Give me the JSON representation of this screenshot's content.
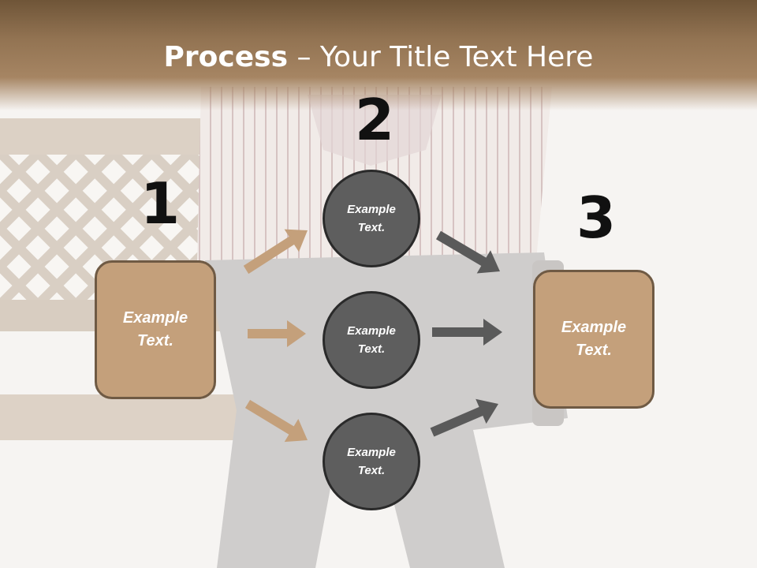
{
  "title": {
    "bold": "Process",
    "rest": " – Your Title Text Here"
  },
  "steps": [
    {
      "number": "1",
      "text": "Example\nText."
    },
    {
      "number": "2",
      "items": [
        "Example\nText.",
        "Example\nText.",
        "Example\nText."
      ]
    },
    {
      "number": "3",
      "text": "Example\nText."
    }
  ],
  "colors": {
    "header": "#927352",
    "box_fill": "#c4a07b",
    "box_border": "#6f5a44",
    "circle_fill": "#5e5e5e",
    "circle_border": "#2a2a2a",
    "arrow_left": "#c4a07b",
    "arrow_right": "#5a5a5a",
    "number": "#111111"
  },
  "background_image": "man-sitting-on-bench-photo"
}
